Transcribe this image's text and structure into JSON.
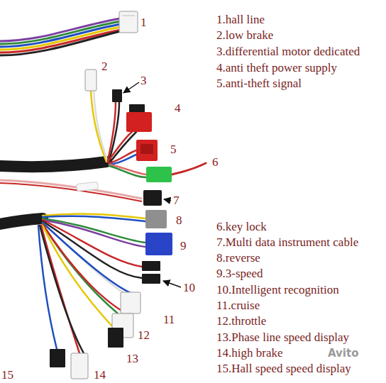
{
  "diagram": {
    "labels": [
      "1.hall line",
      "2.low brake",
      "3.differential motor dedicated",
      "4.anti theft power supply",
      "5.anti-theft signal",
      "6.key lock",
      "7.Multi data instrument cable",
      "8.reverse",
      "9.3-speed",
      "10.Intelligent recognition",
      "11.cruise",
      "12.throttle",
      "13.Phase line speed display",
      "14.high brake",
      "15.Hall speed speed display",
      "1",
      "2",
      "3",
      "4",
      "5",
      "6",
      "7",
      "8",
      "9",
      "10",
      "11",
      "12",
      "13",
      "14",
      "15",
      "Avito"
    ]
  }
}
